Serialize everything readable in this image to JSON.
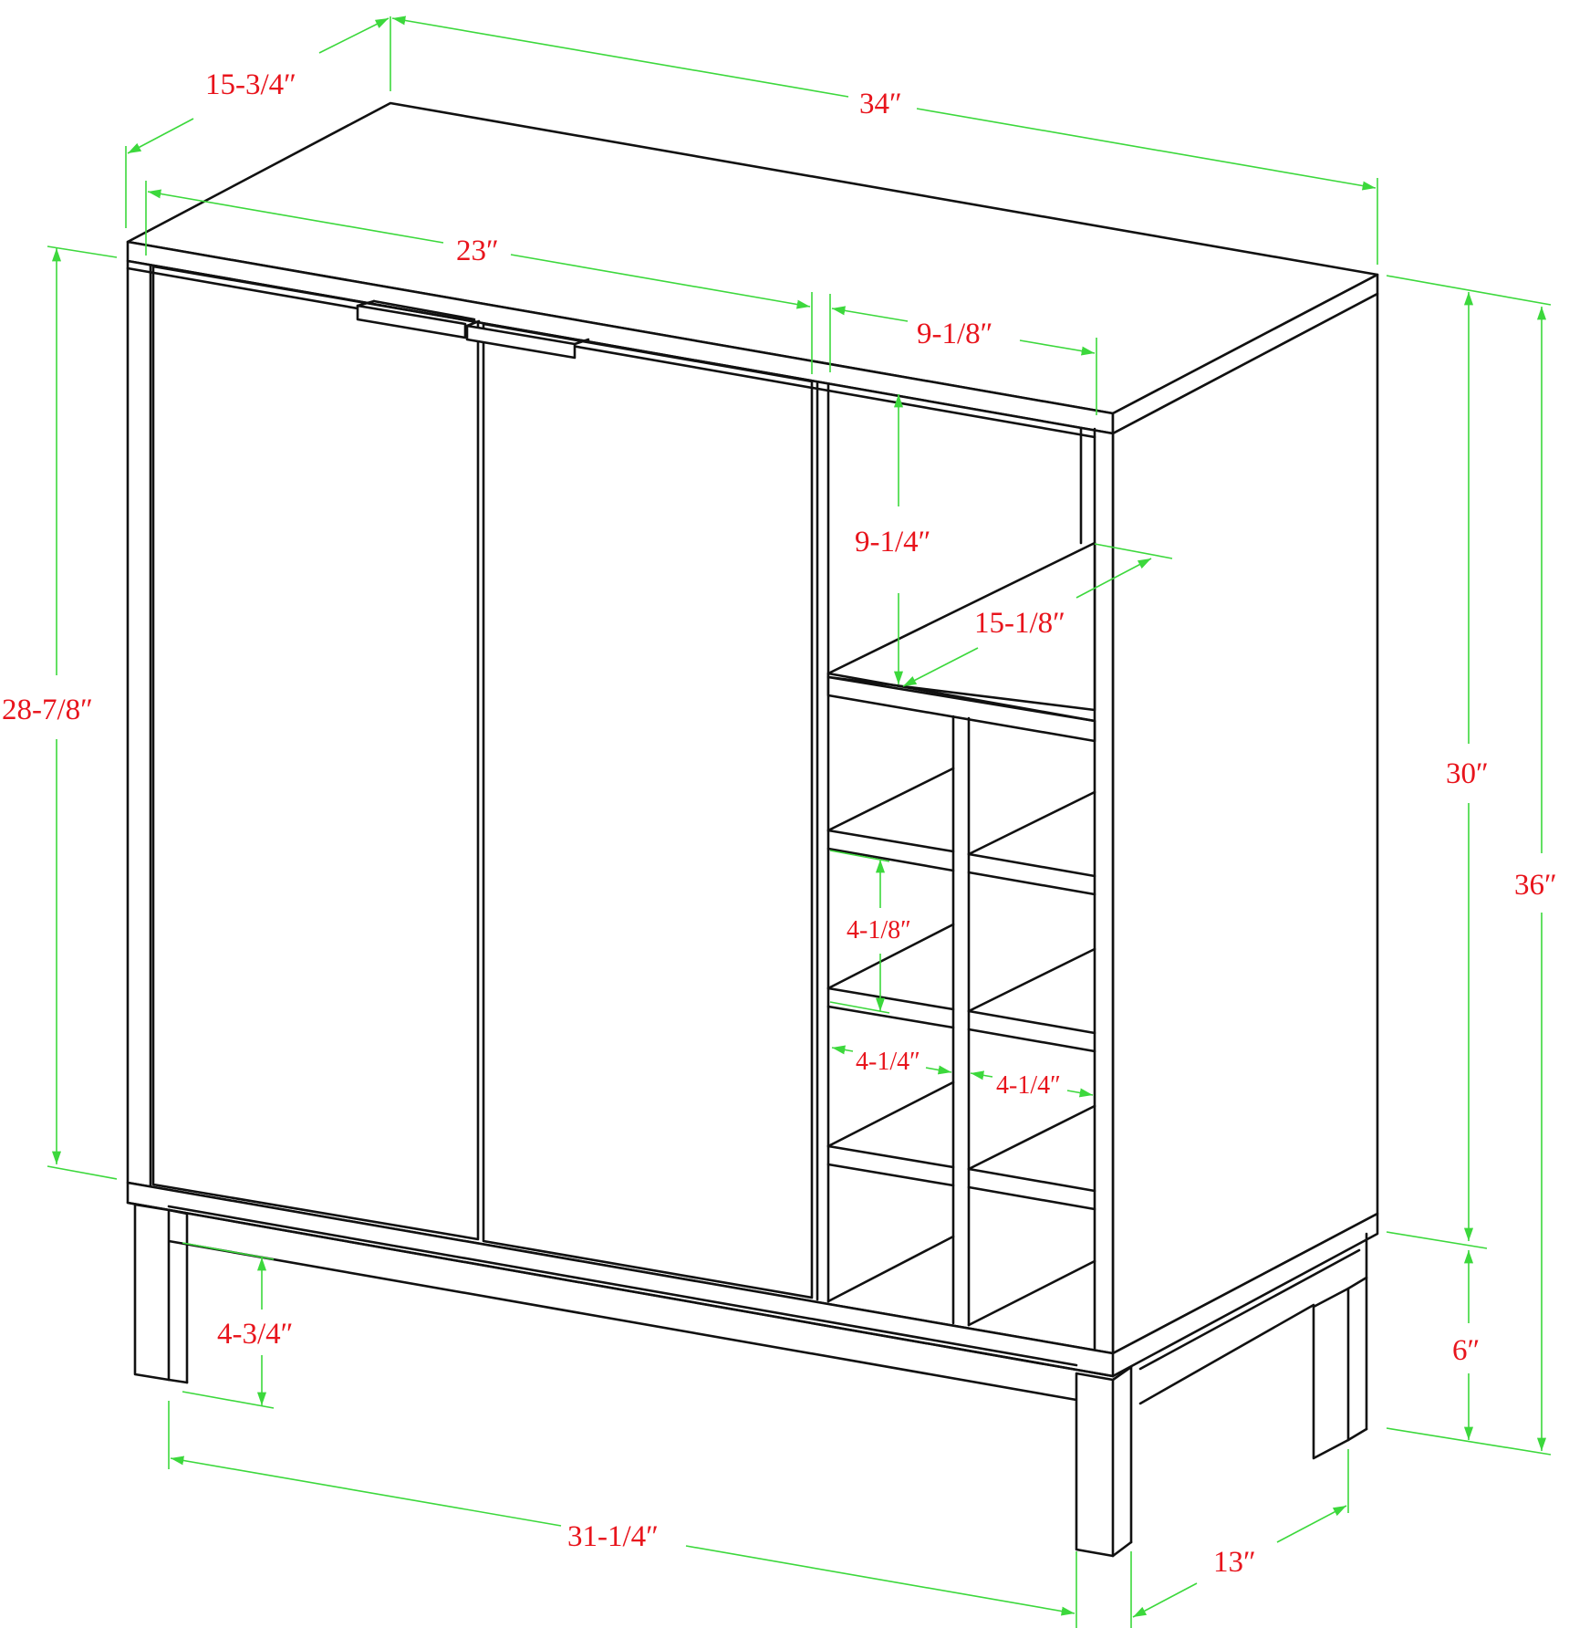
{
  "colors": {
    "background": "#ffffff",
    "outline": "#111111",
    "dimension_line": "#3cd83c",
    "dimension_text": "#e8141c"
  },
  "dimensions": {
    "top_depth": "15-3/4″",
    "overall_width": "34″",
    "door_width": "23″",
    "open_bay_width": "9-1/8″",
    "upper_shelf_height": "9-1/4″",
    "shelf_depth": "15-1/8″",
    "cabinet_height": "28-7/8″",
    "body_height": "30″",
    "overall_height": "36″",
    "cubby_height": "4-1/8″",
    "cubby_width_left": "4-1/4″",
    "cubby_width_right": "4-1/4″",
    "leg_clearance": "4-3/4″",
    "leg_height": "6″",
    "leg_span_width": "31-1/4″",
    "leg_span_depth": "13″"
  }
}
